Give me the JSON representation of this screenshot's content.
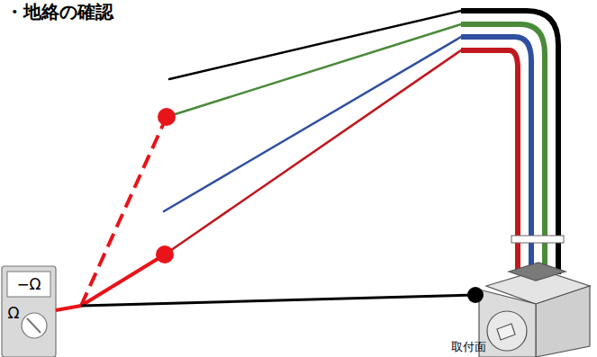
{
  "diagram": {
    "title": "・地絡の確認",
    "labels": [
      "−Ω",
      "Ω",
      "取付面"
    ]
  }
}
